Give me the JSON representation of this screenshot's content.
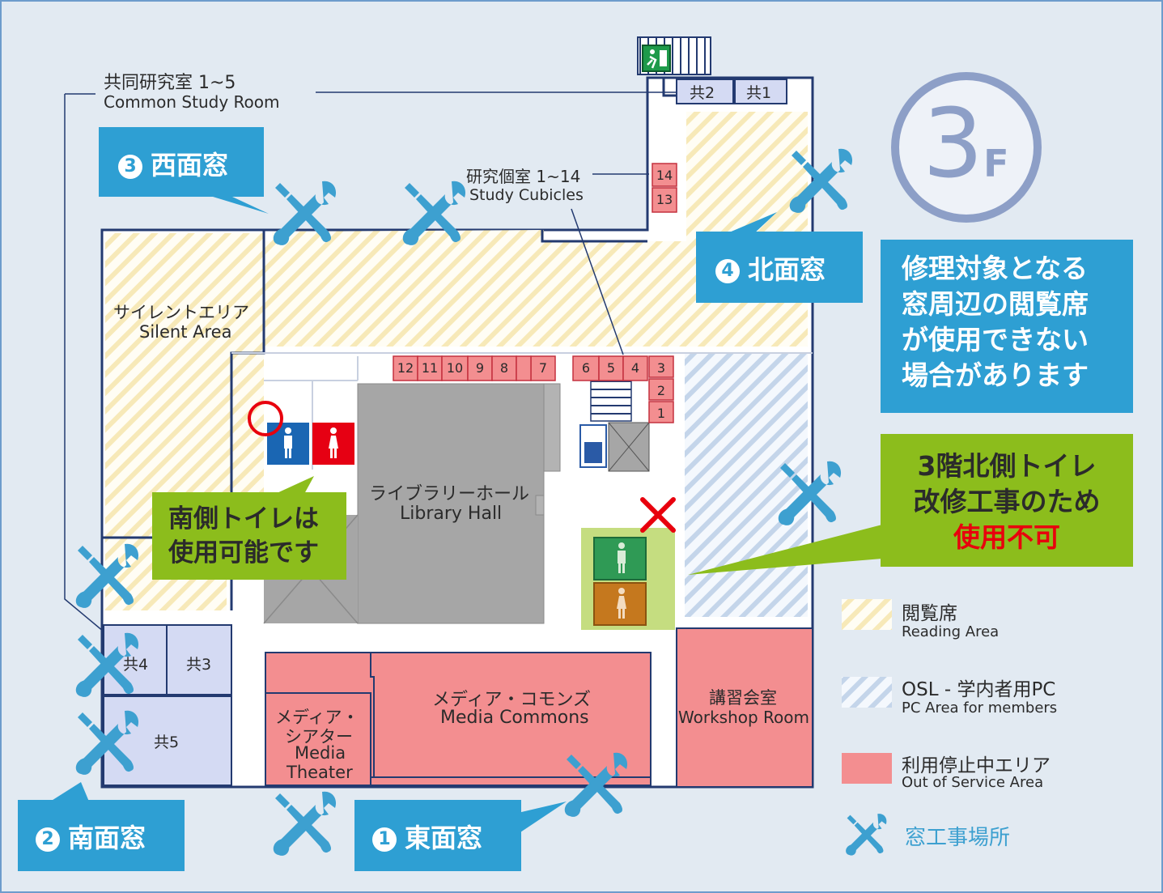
{
  "floor": {
    "label": "3",
    "suffix": "F"
  },
  "rooms": {
    "common_study_jp": "共同研究室 1~5",
    "common_study_en": "Common Study Room",
    "study_cubicles_jp": "研究個室 1~14",
    "study_cubicles_en": "Study Cubicles",
    "silent_jp": "サイレントエリア",
    "silent_en": "Silent Area",
    "library_hall_jp": "ライブラリーホール",
    "library_hall_en": "Library Hall",
    "media_commons_jp": "メディア・コモンズ",
    "media_commons_en": "Media Commons",
    "media_theater_jp1": "メディア・",
    "media_theater_jp2": "シアター",
    "media_theater_en1": "Media",
    "media_theater_en2": "Theater",
    "workshop_jp": "講習会室",
    "workshop_en": "Workshop Room",
    "kyo1": "共1",
    "kyo2": "共2",
    "kyo3": "共3",
    "kyo4": "共4",
    "kyo5": "共5",
    "cubicles": [
      "12",
      "11",
      "10",
      "9",
      "8",
      "7",
      "6",
      "5",
      "4",
      "3",
      "2",
      "1",
      "14",
      "13"
    ]
  },
  "windows": {
    "east": {
      "num": "1",
      "label": "東面窓"
    },
    "south": {
      "num": "2",
      "label": "南面窓"
    },
    "west": {
      "num": "3",
      "label": "西面窓"
    },
    "north": {
      "num": "4",
      "label": "北面窓"
    }
  },
  "notes": {
    "repair_line1": "修理対象となる",
    "repair_line2": "窓周辺の閲覧席",
    "repair_line3": "が使用できない",
    "repair_line4": "場合があります",
    "toilet_closed_line1": "3階北側トイレ",
    "toilet_closed_line2": "改修工事のため",
    "toilet_closed_line3": "使用不可",
    "toilet_ok_line1": "南側トイレは",
    "toilet_ok_line2": "使用可能です"
  },
  "legend": {
    "reading_jp": "閲覧席",
    "reading_en": "Reading Area",
    "osl_jp": "OSL - 学内者用PC",
    "osl_en": "PC Area for members",
    "oos_jp": "利用停止中エリア",
    "oos_en": "Out of Service Area",
    "work": "窓工事場所"
  },
  "colors": {
    "background": "#e2eaf2",
    "reading_stripe": "#f7e9b8",
    "osl_stripe": "#c4d5ea",
    "out_of_service": "#f38e90",
    "common_room": "#d4daf3",
    "callout_blue": "#2e9fd3",
    "callout_green": "#8cbd1c",
    "wrench": "#3da0d0",
    "floor_badge": "#8d9fc7",
    "wall": "#233a70",
    "unavailable": "#e8000d"
  }
}
